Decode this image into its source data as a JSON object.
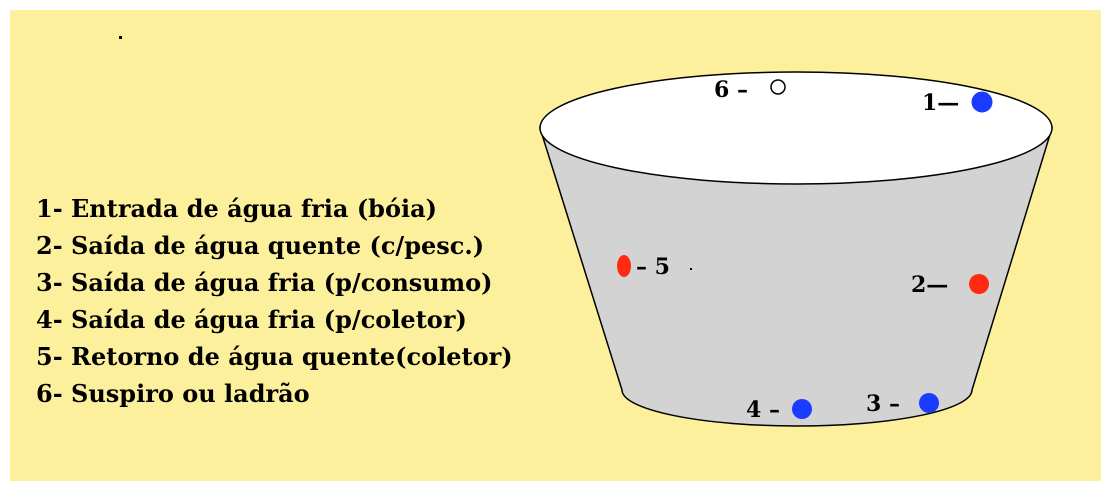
{
  "legend": [
    "1- Entrada de água fria (bóia)",
    "2- Saída de água quente (c/pesc.)",
    "3- Saída de água fria (p/consumo)",
    "4- Saída de água fria (p/coletor)",
    "5- Retorno de água quente(coletor)",
    "6- Suspiro ou ladrão"
  ],
  "markers": {
    "m1": {
      "label": "1—",
      "color": "#1a3cff"
    },
    "m2": {
      "label": "2—",
      "color": "#ff2a10"
    },
    "m3": {
      "label": "3 –",
      "color": "#1a3cff"
    },
    "m4": {
      "label": "4 –",
      "color": "#1a3cff"
    },
    "m5": {
      "label": "– 5",
      "color": "#ff2a10"
    },
    "m6": {
      "label": "6 –",
      "color": "#ffffff"
    }
  },
  "colors": {
    "background": "#fdf09c",
    "tank_body": "#d3d3d3",
    "tank_top": "#ffffff",
    "cold_water": "#1a3cff",
    "hot_water": "#ff2a10"
  }
}
